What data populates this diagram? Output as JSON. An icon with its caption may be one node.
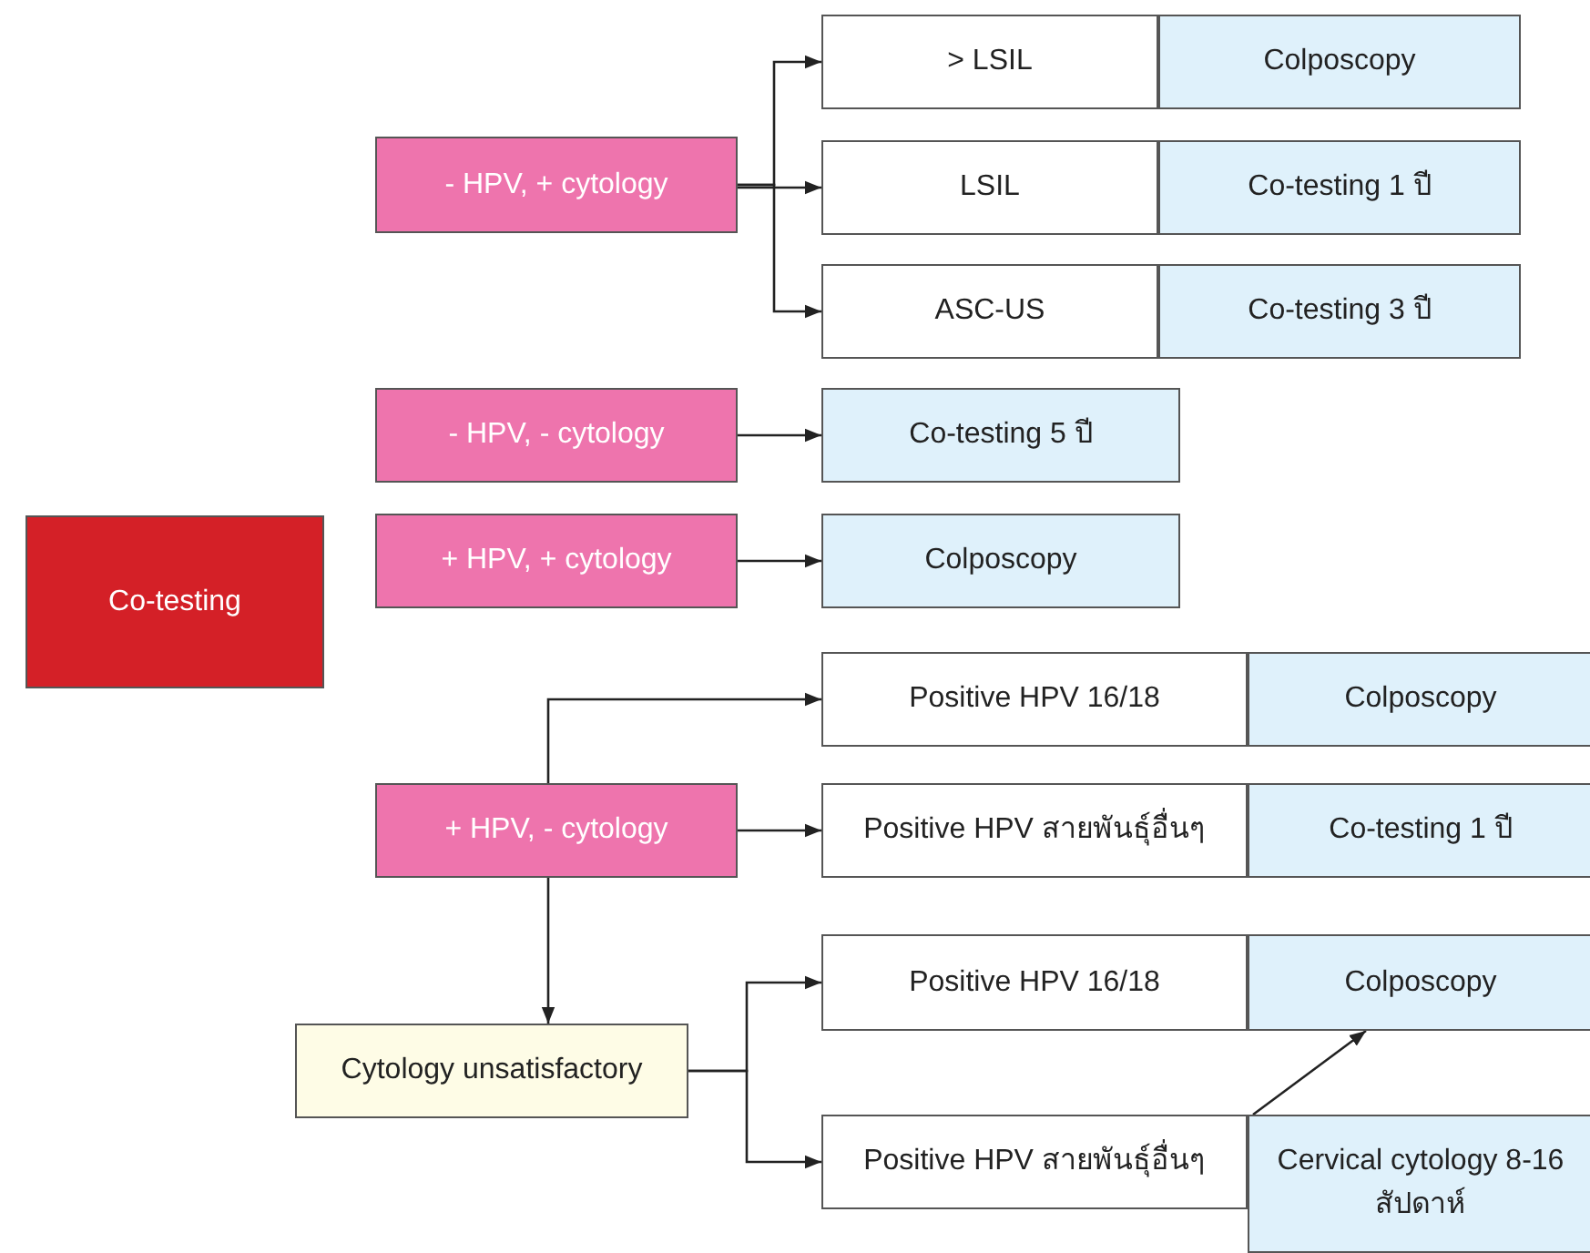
{
  "diagram": {
    "nodes": [
      {
        "text": [
          "Co-testing"
        ]
      },
      {
        "text": [
          "- HPV, + cytology"
        ]
      },
      {
        "text": [
          "> LSIL"
        ]
      },
      {
        "text": [
          "Colposcopy"
        ]
      },
      {
        "text": [
          "LSIL"
        ]
      },
      {
        "text": [
          "Co-testing 1 ปี"
        ]
      },
      {
        "text": [
          "ASC-US"
        ]
      },
      {
        "text": [
          "Co-testing 3 ปี"
        ]
      },
      {
        "text": [
          "- HPV, - cytology"
        ]
      },
      {
        "text": [
          "Co-testing 5 ปี"
        ]
      },
      {
        "text": [
          "+ HPV, + cytology"
        ]
      },
      {
        "text": [
          "Colposcopy"
        ]
      },
      {
        "text": [
          "+ HPV, - cytology"
        ]
      },
      {
        "text": [
          "Positive HPV 16/18"
        ]
      },
      {
        "text": [
          "Colposcopy"
        ]
      },
      {
        "text": [
          "Positive HPV สายพันธุ์อื่นๆ"
        ]
      },
      {
        "text": [
          "Co-testing 1 ปี"
        ]
      },
      {
        "text": [
          "Cytology unsatisfactory"
        ]
      },
      {
        "text": [
          "Positive HPV 16/18"
        ]
      },
      {
        "text": [
          "Colposcopy"
        ]
      },
      {
        "text": [
          "Positive HPV สายพันธุ์อื่นๆ"
        ]
      },
      {
        "text": [
          "Cervical cytology 8-16 สัปดาห์"
        ]
      }
    ],
    "edges": [
      {
        "from": 1,
        "to": 2,
        "arrow": "to"
      },
      {
        "from": 1,
        "to": 4,
        "arrow": "to"
      },
      {
        "from": 1,
        "to": 6,
        "arrow": "to"
      },
      {
        "from": 8,
        "to": 9,
        "arrow": "to"
      },
      {
        "from": 10,
        "to": 11,
        "arrow": "to"
      },
      {
        "from": 12,
        "to": 13,
        "arrow": "to"
      },
      {
        "from": 12,
        "to": 15,
        "arrow": "to"
      },
      {
        "from": 12,
        "to": 17,
        "arrow": "to"
      },
      {
        "from": 17,
        "to": 18,
        "arrow": "to"
      },
      {
        "from": 17,
        "to": 20,
        "arrow": "to"
      },
      {
        "from": 21,
        "to": 19,
        "arrow": "to"
      }
    ]
  }
}
